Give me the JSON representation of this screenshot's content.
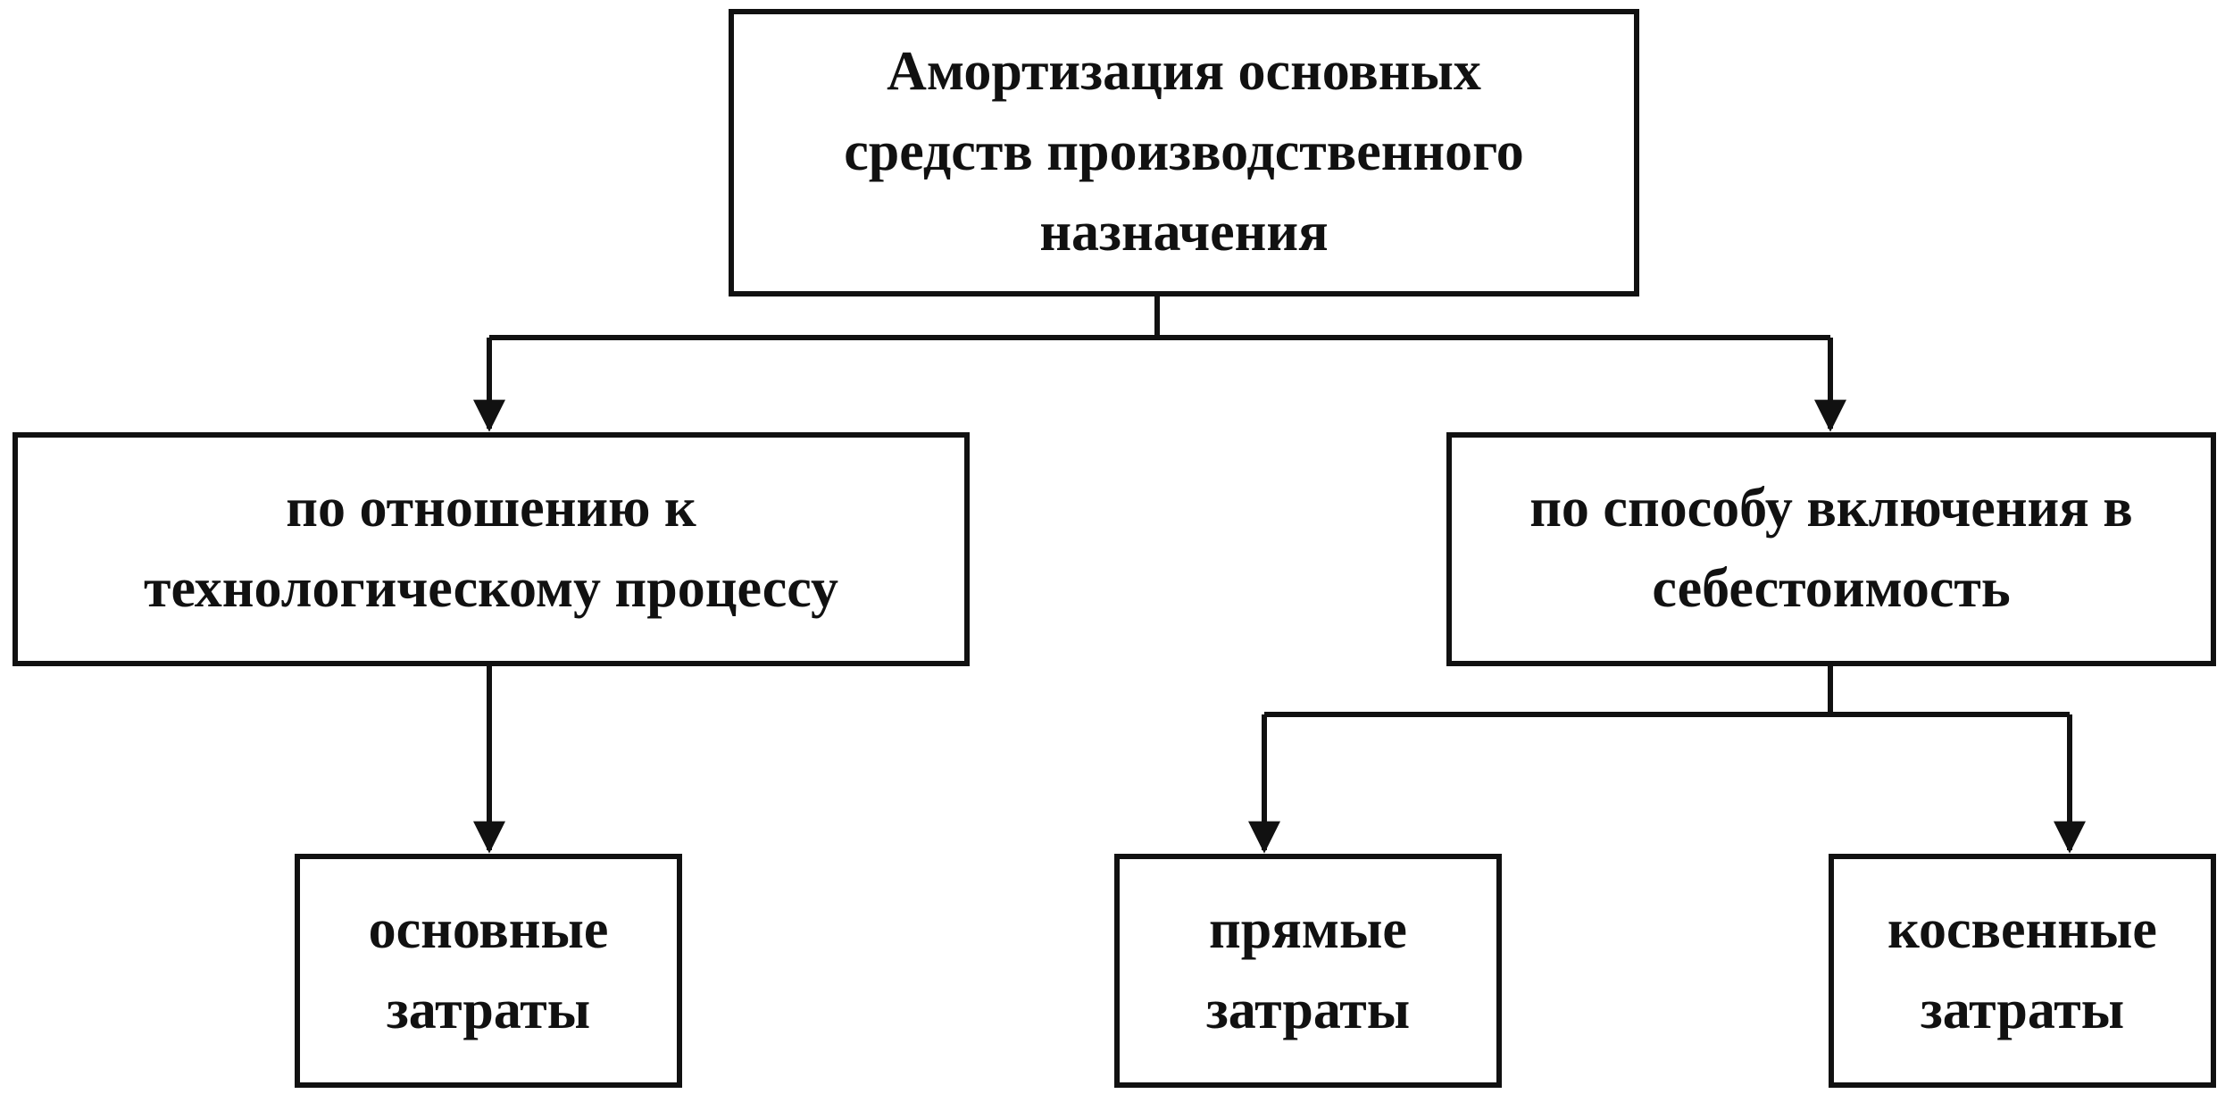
{
  "diagram": {
    "root": {
      "lines": [
        "Амортизация основных",
        "средств производственного",
        "назначения"
      ]
    },
    "by_process": {
      "lines": [
        "по отношению к",
        "технологическому процессу"
      ]
    },
    "by_inclusion": {
      "lines": [
        "по способу включения в",
        "себестоимость"
      ]
    },
    "main_costs": {
      "lines": [
        "основные",
        "затраты"
      ]
    },
    "direct_costs": {
      "lines": [
        "прямые",
        "затраты"
      ]
    },
    "indirect_costs": {
      "lines": [
        "косвенные",
        "затраты"
      ]
    },
    "colors": {
      "stroke": "#111111",
      "background": "#ffffff"
    }
  }
}
